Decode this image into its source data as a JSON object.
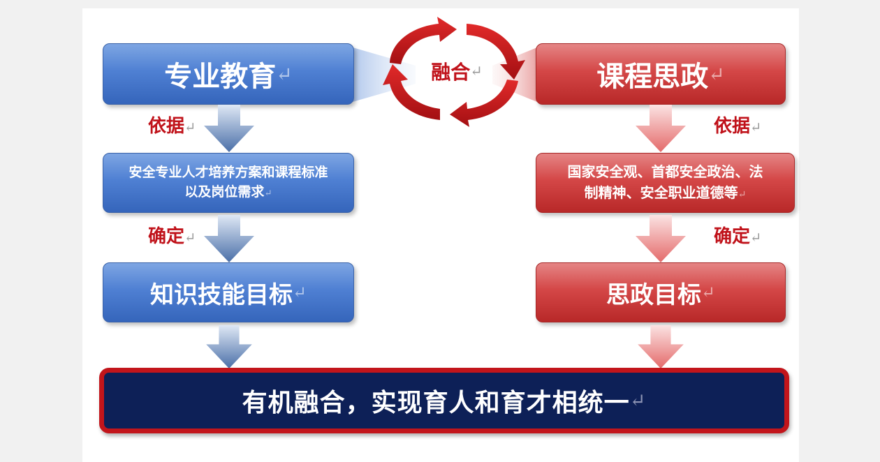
{
  "diagram": {
    "left_column": {
      "top": "专业教育",
      "label1": "依据",
      "middle_line1": "安全专业人才培养方案和课程标准",
      "middle_line2": "以及岗位需求",
      "label2": "确定",
      "bottom": "知识技能目标"
    },
    "right_column": {
      "top": "课程思政",
      "label1": "依据",
      "middle_line1": "国家安全观、首都安全政治、法",
      "middle_line2": "制精神、安全职业道德等",
      "label2": "确定",
      "bottom": "思政目标"
    },
    "center": {
      "cycle_label": "融合"
    },
    "result": "有机融合，实现育人和育才相统一",
    "return_mark": "↵"
  },
  "colors": {
    "blue": "#4f80d3",
    "red": "#d44747",
    "navy": "#0d2057",
    "accent_red": "#c0121a"
  }
}
